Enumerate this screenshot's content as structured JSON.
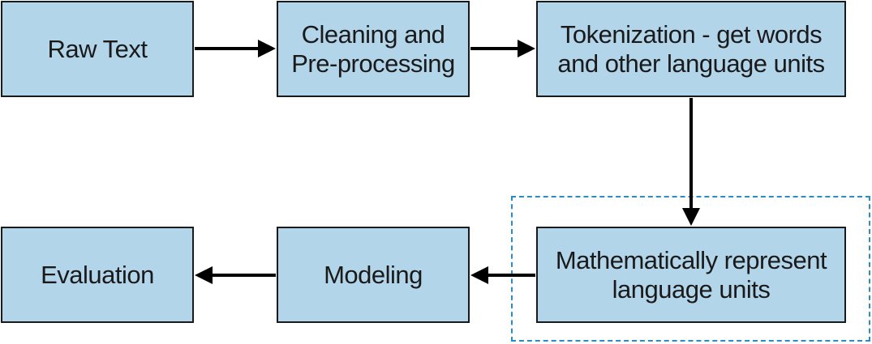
{
  "nodes": {
    "raw_text": "Raw Text",
    "cleaning": "Cleaning and\nPre-processing",
    "tokenization": "Tokenization - get words\nand other language units",
    "math_represent": "Mathematically represent\nlanguage units",
    "modeling": "Modeling",
    "evaluation": "Evaluation"
  },
  "colors": {
    "box_fill": "#b3d5ea",
    "box_border": "#1a1a1a",
    "highlight_border": "#2a8dc5",
    "arrow": "#000000"
  }
}
